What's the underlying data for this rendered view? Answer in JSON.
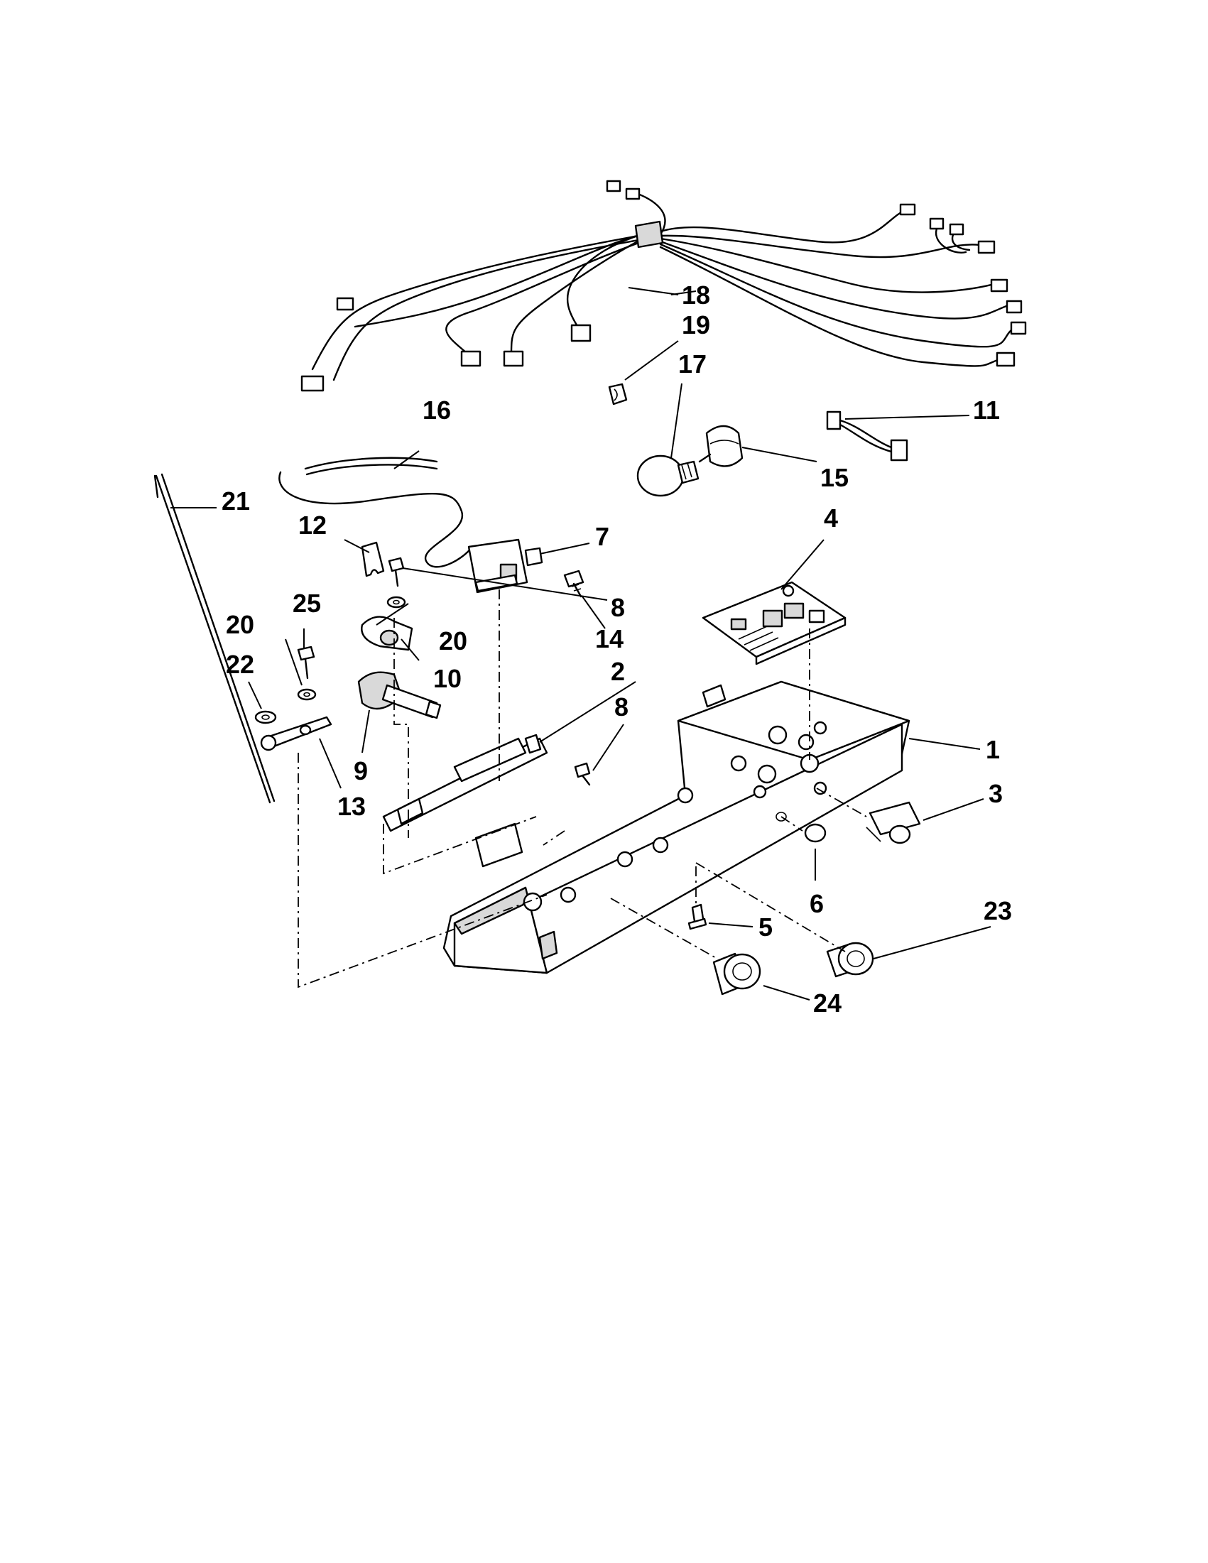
{
  "callouts": [
    {
      "id": "c18",
      "label": "18"
    },
    {
      "id": "c19",
      "label": "19"
    },
    {
      "id": "c17",
      "label": "17"
    },
    {
      "id": "c16",
      "label": "16"
    },
    {
      "id": "c11",
      "label": "11"
    },
    {
      "id": "c15",
      "label": "15"
    },
    {
      "id": "c21",
      "label": "21"
    },
    {
      "id": "c12",
      "label": "12"
    },
    {
      "id": "c7",
      "label": "7"
    },
    {
      "id": "c4",
      "label": "4"
    },
    {
      "id": "c8a",
      "label": "8"
    },
    {
      "id": "c25",
      "label": "25"
    },
    {
      "id": "c20a",
      "label": "20"
    },
    {
      "id": "c20b",
      "label": "20"
    },
    {
      "id": "c14",
      "label": "14"
    },
    {
      "id": "c22",
      "label": "22"
    },
    {
      "id": "c10",
      "label": "10"
    },
    {
      "id": "c2",
      "label": "2"
    },
    {
      "id": "c8b",
      "label": "8"
    },
    {
      "id": "c9",
      "label": "9"
    },
    {
      "id": "c13",
      "label": "13"
    },
    {
      "id": "c1",
      "label": "1"
    },
    {
      "id": "c3",
      "label": "3"
    },
    {
      "id": "c6",
      "label": "6"
    },
    {
      "id": "c23",
      "label": "23"
    },
    {
      "id": "c5",
      "label": "5"
    },
    {
      "id": "c24",
      "label": "24"
    }
  ]
}
